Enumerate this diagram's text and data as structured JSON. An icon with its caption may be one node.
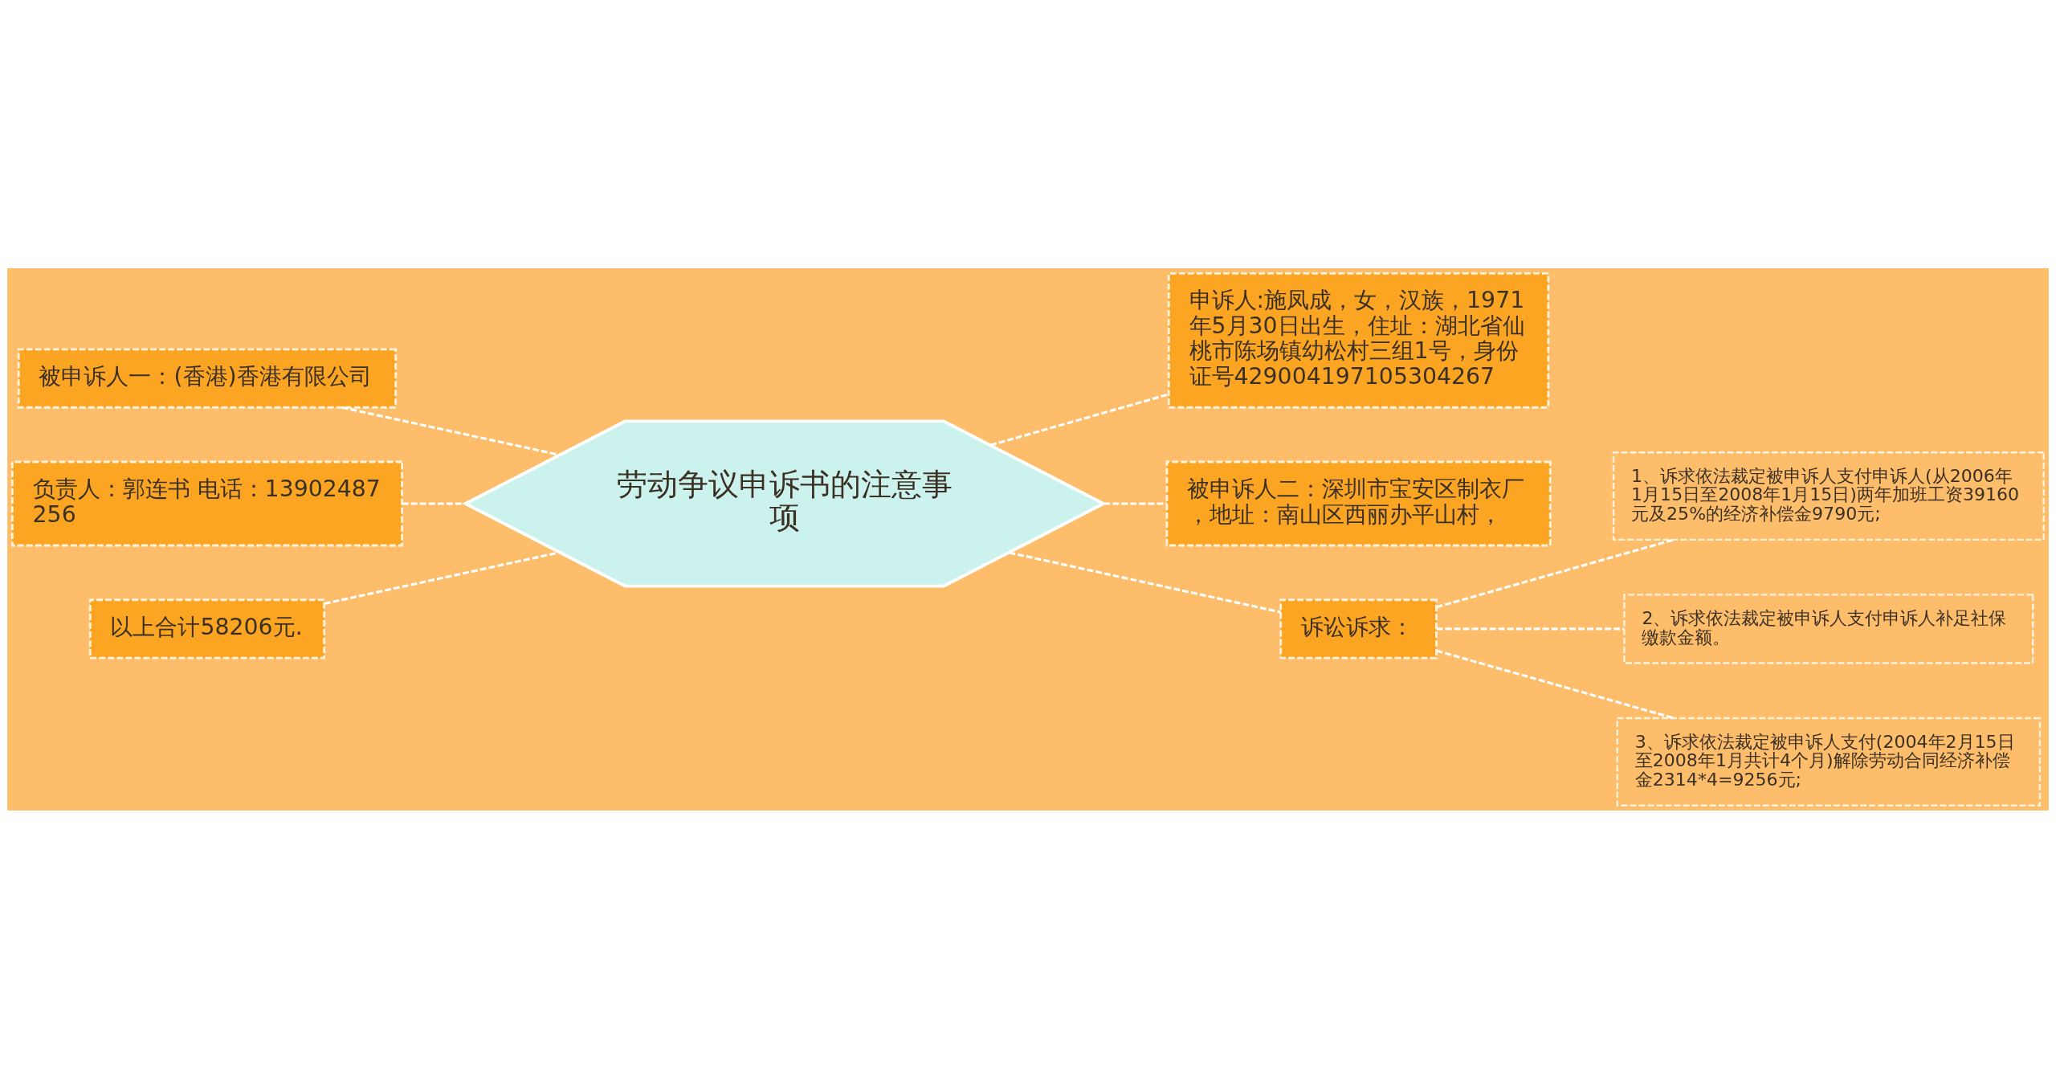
{
  "diagram": {
    "nodes": [
      {
        "text": [
          "劳动争议申诉书的注意事项"
        ]
      },
      {
        "text": [
          "申诉人:施凤成，女，汉族，1971年5月30日出生，住址：湖北省仙桃市陈场镇幼松村三组1号，身份证号429004197105304267"
        ]
      },
      {
        "text": [
          "被申诉人二：深圳市宝安区制衣厂，地址：南山区西丽办平山村，"
        ]
      },
      {
        "text": [
          "诉讼诉求："
        ]
      },
      {
        "text": [
          "1、诉求依法裁定被申诉人支付申诉人(从2006年1月15日至2008年1月15日)两年加班工资39160元及25%的经济补偿金9790元;"
        ]
      },
      {
        "text": [
          "2、诉求依法裁定被申诉人支付申诉人补足社保缴款金额。"
        ]
      },
      {
        "text": [
          "3、诉求依法裁定被申诉人支付(2004年2月15日至2008年1月共计4个月)解除劳动合同经济补偿金2314*4=9256元;"
        ]
      },
      {
        "text": [
          "被申诉人一：(香港)香港有限公司"
        ]
      },
      {
        "text": [
          "负责人：郭连书 电话：13902487256"
        ]
      },
      {
        "text": [
          "以上合计58206元."
        ]
      }
    ],
    "edges": [
      {
        "from": 0,
        "to": 1,
        "arrow": "none",
        "style": "dashed"
      },
      {
        "from": 0,
        "to": 2,
        "arrow": "none",
        "style": "dashed"
      },
      {
        "from": 0,
        "to": 3,
        "arrow": "none",
        "style": "dashed"
      },
      {
        "from": 3,
        "to": 4,
        "arrow": "none",
        "style": "dashed"
      },
      {
        "from": 3,
        "to": 5,
        "arrow": "none",
        "style": "dashed"
      },
      {
        "from": 3,
        "to": 6,
        "arrow": "none",
        "style": "dashed"
      },
      {
        "from": 0,
        "to": 7,
        "arrow": "none",
        "style": "dashed"
      },
      {
        "from": 0,
        "to": 8,
        "arrow": "none",
        "style": "dashed"
      },
      {
        "from": 0,
        "to": 9,
        "arrow": "none",
        "style": "dashed"
      }
    ]
  }
}
